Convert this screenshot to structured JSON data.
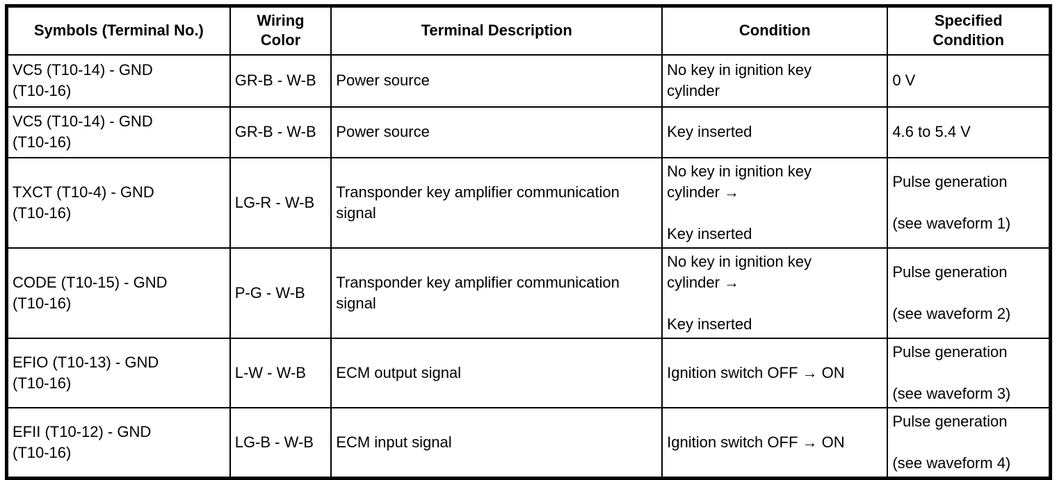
{
  "table": {
    "title_semantic": "ECM terminal voltage reference table",
    "colors": {
      "border": "#000000",
      "background": "#ffffff",
      "text": "#000000"
    },
    "columns": [
      {
        "key": "symbols",
        "label": "Symbols (Terminal No.)"
      },
      {
        "key": "wiring_color",
        "label": "Wiring\nColor"
      },
      {
        "key": "description",
        "label": "Terminal Description"
      },
      {
        "key": "condition",
        "label": "Condition"
      },
      {
        "key": "specified_condition",
        "label": "Specified\nCondition"
      }
    ],
    "rows": [
      {
        "symbols": "VC5 (T10-14) - GND\n(T10-16)",
        "wiring_color": "GR-B - W-B",
        "description": "Power source",
        "condition": "No key in ignition key\ncylinder",
        "specified_condition": "0 V"
      },
      {
        "symbols": "VC5 (T10-14) - GND\n(T10-16)",
        "wiring_color": "GR-B - W-B",
        "description": "Power source",
        "condition": "Key inserted",
        "specified_condition": "4.6 to 5.4 V"
      },
      {
        "symbols": "TXCT (T10-4) - GND\n(T10-16)",
        "wiring_color": "LG-R - W-B",
        "description": "Transponder key amplifier communication\nsignal",
        "condition": "No key in ignition key\ncylinder →\n\nKey inserted",
        "specified_condition": "Pulse generation\n\n(see waveform 1)"
      },
      {
        "symbols": "CODE (T10-15) - GND\n(T10-16)",
        "wiring_color": "P-G - W-B",
        "description": "Transponder key amplifier communication\nsignal",
        "condition": "No key in ignition key\ncylinder →\n\nKey inserted",
        "specified_condition": "Pulse generation\n\n(see waveform 2)"
      },
      {
        "symbols": "EFIO (T10-13) - GND\n(T10-16)",
        "wiring_color": "L-W - W-B",
        "description": "ECM output signal",
        "condition": "Ignition switch OFF → ON",
        "specified_condition": "Pulse generation\n\n(see waveform 3)"
      },
      {
        "symbols": "EFII (T10-12) - GND\n(T10-16)",
        "wiring_color": "LG-B - W-B",
        "description": "ECM input signal",
        "condition": "Ignition switch OFF → ON",
        "specified_condition": "Pulse generation\n\n(see waveform 4)"
      }
    ]
  }
}
